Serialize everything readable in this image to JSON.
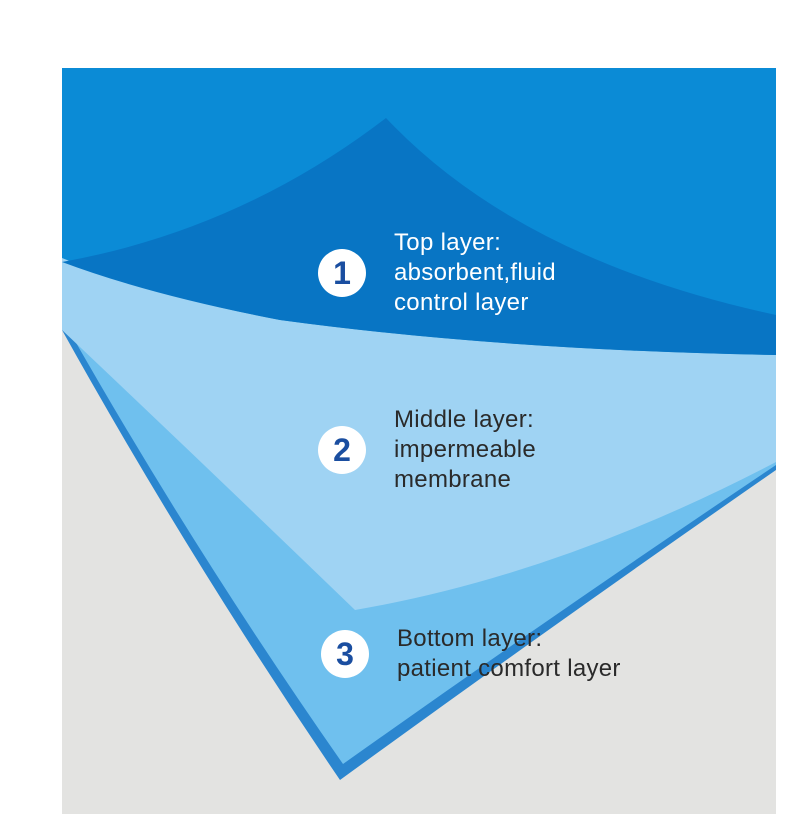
{
  "colors": {
    "background_panel": "#e3e3e1",
    "bottom_layer": "#6fc0ee",
    "bottom_layer_edge": "#2b86cf",
    "middle_layer": "#9fd3f3",
    "top_layer_outer": "#0b8bd6",
    "top_layer_inner": "#0875c4",
    "badge_fill": "#ffffff",
    "badge_number": "#1a4ea0",
    "text_light": "#ffffff",
    "text_dark": "#2a2a2a"
  },
  "layers": [
    {
      "number": "1",
      "lines": [
        "Top layer:",
        "absorbent,fluid",
        "control layer"
      ]
    },
    {
      "number": "2",
      "lines": [
        "Middle layer:",
        "impermeable",
        "membrane"
      ]
    },
    {
      "number": "3",
      "lines": [
        "Bottom layer:",
        "patient comfort layer"
      ]
    }
  ]
}
